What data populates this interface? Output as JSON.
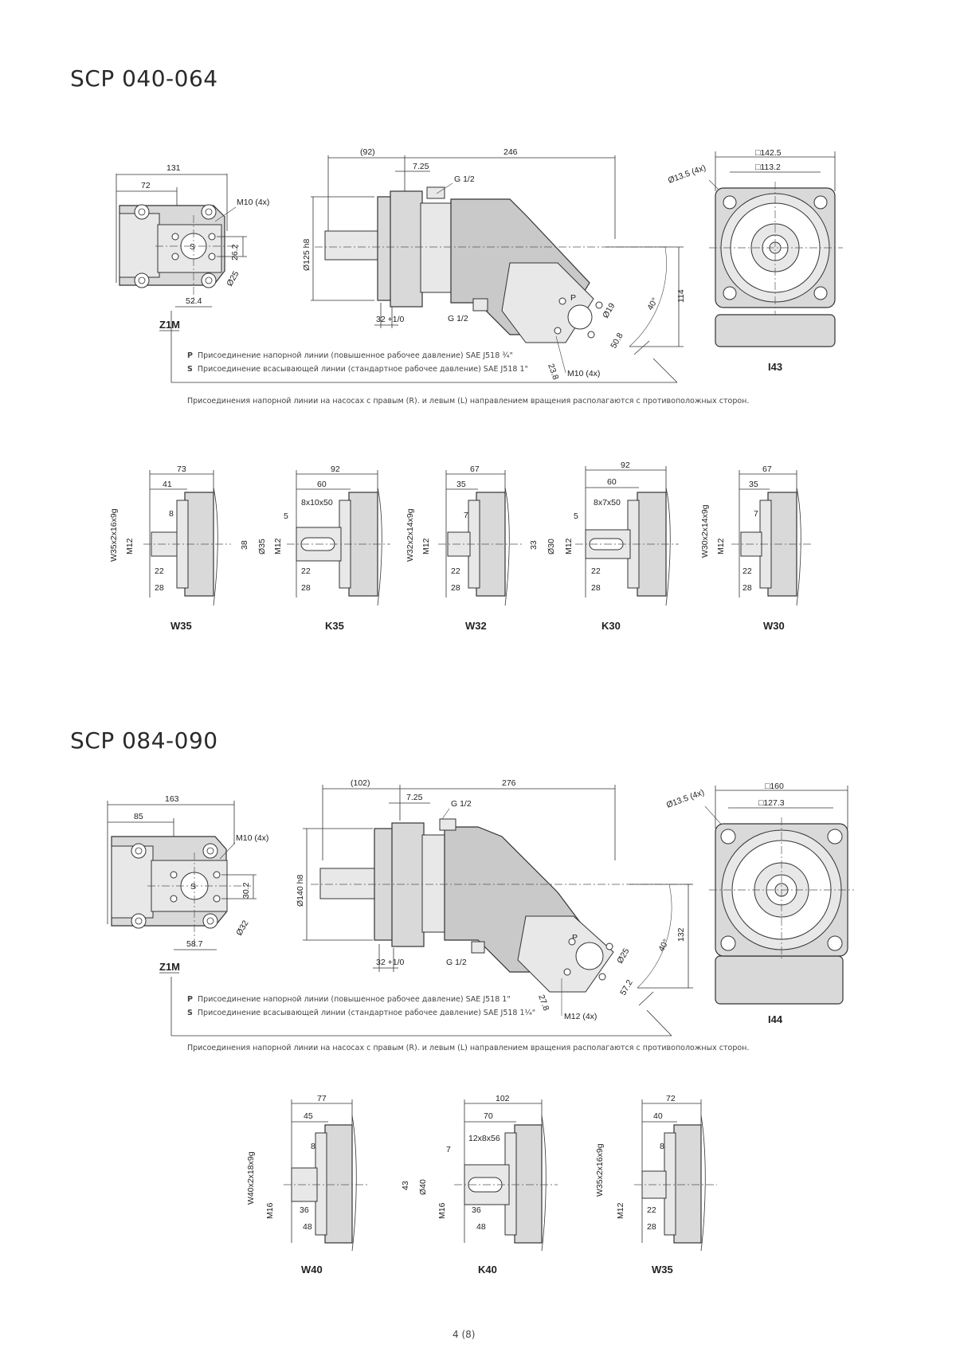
{
  "sections": [
    {
      "title": "SCP 040-064",
      "port_view": {
        "label": "Z1M",
        "dims": [
          "131",
          "72",
          "M10 (4x)",
          "26.2",
          "Ø25",
          "52.4"
        ],
        "port": "S"
      },
      "side_view": {
        "dims": [
          "(92)",
          "7.25",
          "246",
          "G 1/2",
          "Ø125 h8",
          "32 +1/0",
          "G 1/2",
          "40°",
          "114",
          "Ø19",
          "50.8",
          "23.8",
          "M10 (4x)"
        ],
        "port": "P"
      },
      "flange_view": {
        "label": "I43",
        "dims": [
          "□142.5",
          "□113.2",
          "Ø13.5 (4x)"
        ]
      },
      "legend": [
        {
          "code": "P",
          "text": "Присоединение напорной линии (повышенное рабочее давление)  SAE J518  ¾\""
        },
        {
          "code": "S",
          "text": "Присоединение всасывающей линии (стандартное рабочее давление)  SAE J518  1\""
        }
      ],
      "note": "Присоединения напорной линии на насосах с правым (R). и левым (L) направлением вращения располагаются с противоположных сторон.",
      "shafts": [
        {
          "label": "W35",
          "type": "spline",
          "dims": {
            "total": "73",
            "mid": "41",
            "small": "8",
            "spline": "W35x2x16x9g",
            "thread": "M12",
            "d1": "22",
            "d2": "28"
          }
        },
        {
          "label": "K35",
          "type": "key",
          "dims": {
            "total": "92",
            "mid": "60",
            "key": "8x10x50",
            "small": "5",
            "h": "38",
            "dia": "Ø35",
            "thread": "M12",
            "d1": "22",
            "d2": "28"
          }
        },
        {
          "label": "W32",
          "type": "spline",
          "dims": {
            "total": "67",
            "mid": "35",
            "small": "7",
            "spline": "W32x2x14x9g",
            "thread": "M12",
            "d1": "22",
            "d2": "28"
          }
        },
        {
          "label": "K30",
          "type": "key",
          "dims": {
            "total": "92",
            "mid": "60",
            "key": "8x7x50",
            "small": "5",
            "h": "33",
            "dia": "Ø30",
            "thread": "M12",
            "d1": "22",
            "d2": "28"
          }
        },
        {
          "label": "W30",
          "type": "spline",
          "dims": {
            "total": "67",
            "mid": "35",
            "small": "7",
            "spline": "W30x2x14x9g",
            "thread": "M12",
            "d1": "22",
            "d2": "28"
          }
        }
      ]
    },
    {
      "title": "SCP 084-090",
      "port_view": {
        "label": "Z1M",
        "dims": [
          "163",
          "85",
          "M10 (4x)",
          "30.2",
          "Ø32",
          "58.7"
        ],
        "port": "S"
      },
      "side_view": {
        "dims": [
          "(102)",
          "7.25",
          "276",
          "G 1/2",
          "Ø140 h8",
          "32 +1/0",
          "G 1/2",
          "40°",
          "132",
          "Ø25",
          "57.2",
          "27.8",
          "M12 (4x)"
        ],
        "port": "P"
      },
      "flange_view": {
        "label": "I44",
        "dims": [
          "□160",
          "□127.3",
          "Ø13.5 (4x)"
        ]
      },
      "legend": [
        {
          "code": "P",
          "text": "Присоединение напорной линии (повышенное рабочее давление)  SAE J518  1\""
        },
        {
          "code": "S",
          "text": "Присоединение всасывающей линии (стандартное рабочее давление)  SAE J518  1¼\""
        }
      ],
      "note": "Присоединения напорной линии на насосах с правым (R). и левым (L) направлением вращения располагаются с противоположных сторон.",
      "shafts": [
        {
          "label": "W40",
          "type": "spline",
          "dims": {
            "total": "77",
            "mid": "45",
            "small": "8",
            "spline": "W40x2x18x9g",
            "thread": "M16",
            "d1": "36",
            "d2": "48"
          }
        },
        {
          "label": "K40",
          "type": "key",
          "dims": {
            "total": "102",
            "mid": "70",
            "key": "12x8x56",
            "small": "7",
            "h": "43",
            "dia": "Ø40",
            "thread": "M16",
            "d1": "36",
            "d2": "48"
          }
        },
        {
          "label": "W35",
          "type": "spline",
          "dims": {
            "total": "72",
            "mid": "40",
            "small": "8",
            "spline": "W35x2x16x9g",
            "thread": "M12",
            "d1": "22",
            "d2": "28"
          }
        }
      ]
    }
  ],
  "page_number": "4 (8)"
}
